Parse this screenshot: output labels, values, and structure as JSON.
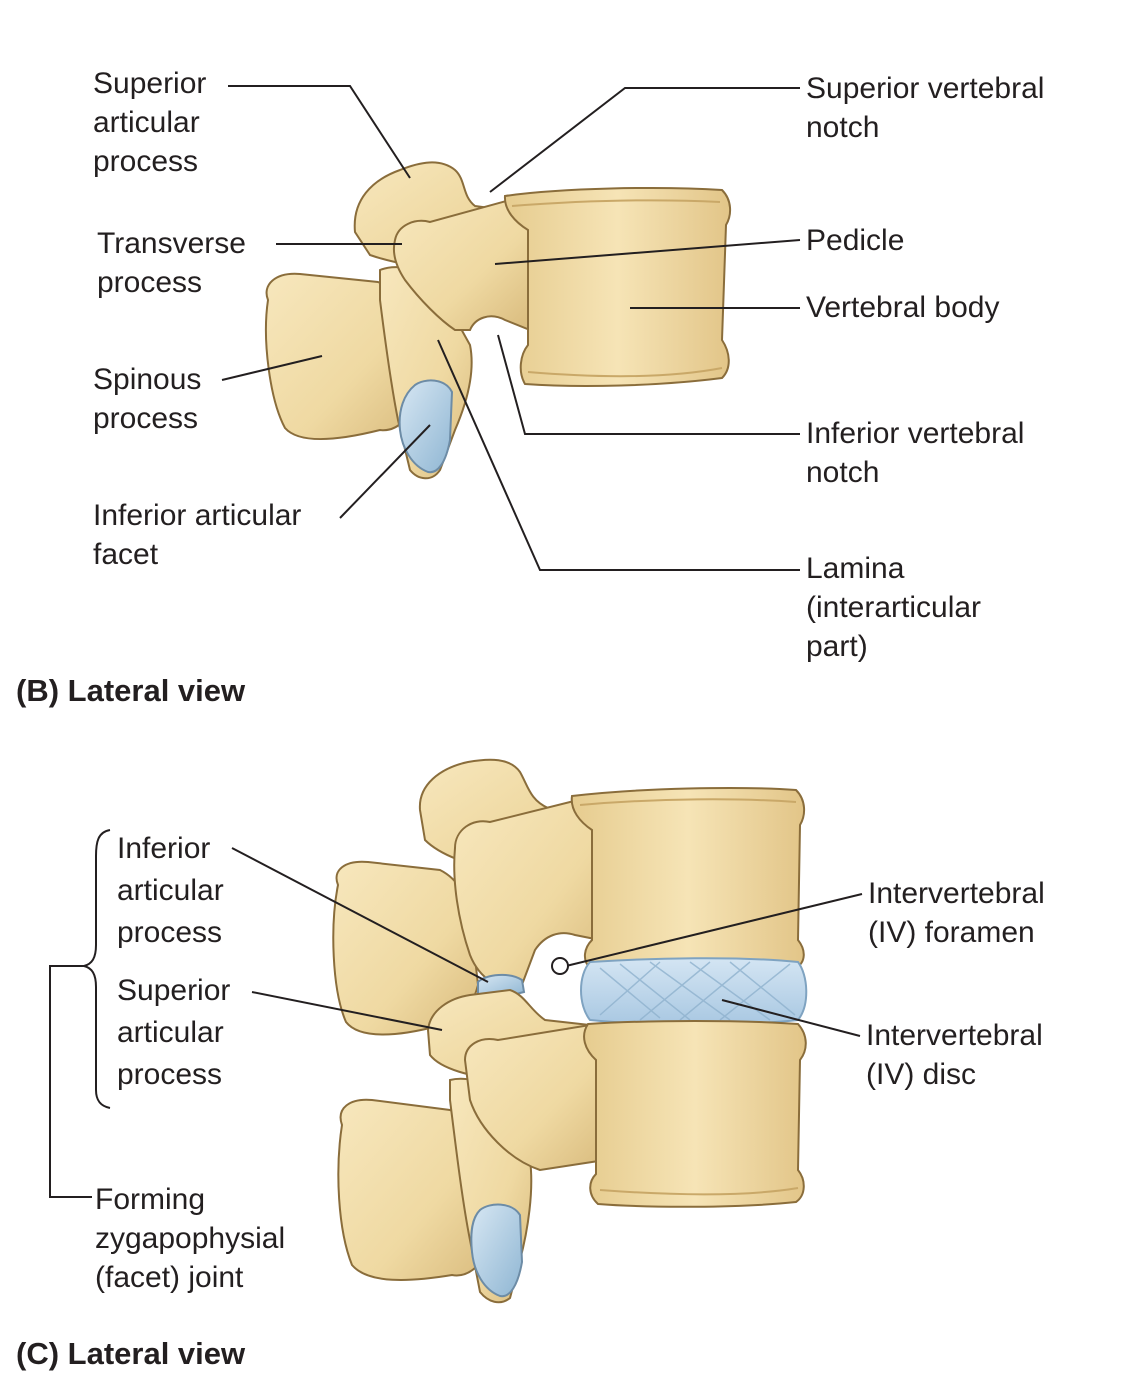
{
  "panel_b": {
    "caption": "(B) Lateral view",
    "labels": {
      "superior_articular_process": "Superior\narticular\nprocess",
      "transverse_process": "Transverse\nprocess",
      "spinous_process": "Spinous\nprocess",
      "inferior_articular_facet": "Inferior articular\nfacet",
      "superior_vertebral_notch": "Superior vertebral\nnotch",
      "pedicle": "Pedicle",
      "vertebral_body": "Vertebral body",
      "inferior_vertebral_notch": "Inferior vertebral\nnotch",
      "lamina": "Lamina\n(interarticular\npart)"
    }
  },
  "panel_c": {
    "caption": "(C) Lateral view",
    "labels": {
      "inferior_articular_process": "Inferior\narticular\nprocess",
      "superior_articular_process": "Superior\narticular\nprocess",
      "forming_joint": "Forming\nzygapophysial\n(facet) joint",
      "iv_foramen": "Intervertebral\n(IV) foramen",
      "iv_disc": "Intervertebral\n(IV) disc"
    }
  },
  "colors": {
    "bone": "#efd9a2",
    "bone_shadow": "#d6b879",
    "bone_outline": "#8a6d3b",
    "cartilage": "#b9d3e6",
    "disc": "#b7d2e8",
    "leader_line": "#231f20"
  }
}
